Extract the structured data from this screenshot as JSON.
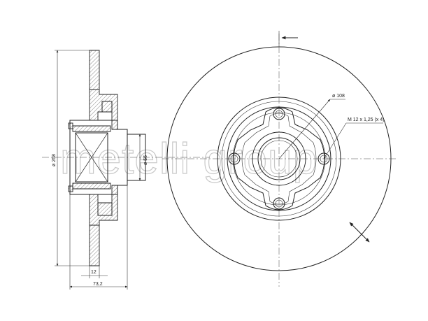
{
  "dimensions": {
    "outer_diameter": "ø 268",
    "bore_diameter": "ø 56",
    "pcd": "ø 108",
    "thread": "M 12 x 1,25  (x 4)",
    "thickness": "12",
    "overall_width": "73,2"
  },
  "watermark": "metelli group",
  "colors": {
    "line": "#222222",
    "hatch": "#555555",
    "watermark": "#c9c9c9"
  }
}
